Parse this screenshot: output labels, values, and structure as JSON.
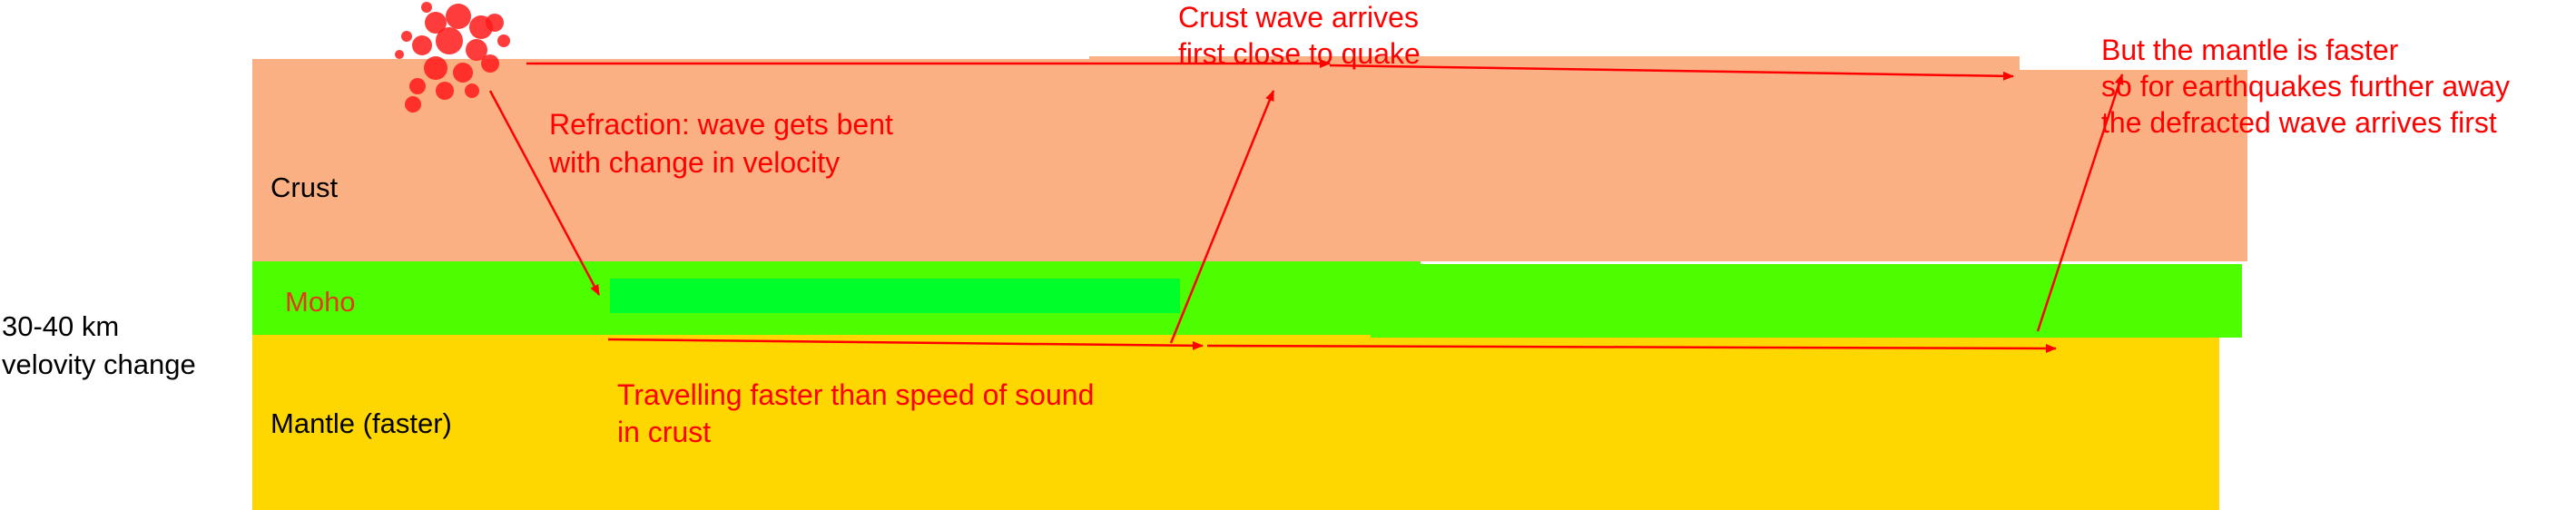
{
  "side_label": {
    "line1": "30-40  km",
    "line2": "velovity change"
  },
  "layers": {
    "crust": "Crust",
    "moho": "Moho",
    "mantle": "Mantle (faster)"
  },
  "annotations": {
    "refraction": {
      "line1": "Refraction: wave gets bent",
      "line2": "with change in velocity"
    },
    "crust_wave": {
      "line1": "Crust wave arrives",
      "line2": "first close to quake"
    },
    "mantle_faster": {
      "line1": "But the mantle is faster",
      "line2": "so for earthquakes further away",
      "line3": "the defracted wave arrives first"
    },
    "travelling": {
      "line1": "Travelling faster than speed of sound",
      "line2": "in crust"
    }
  },
  "colors": {
    "crust": "#fbb083",
    "moho": "#4dfe00",
    "moho_inner": "#00ff2a",
    "mantle": "#ffd700",
    "arrow": "#ff0000",
    "quake": "#ff1a1a"
  }
}
